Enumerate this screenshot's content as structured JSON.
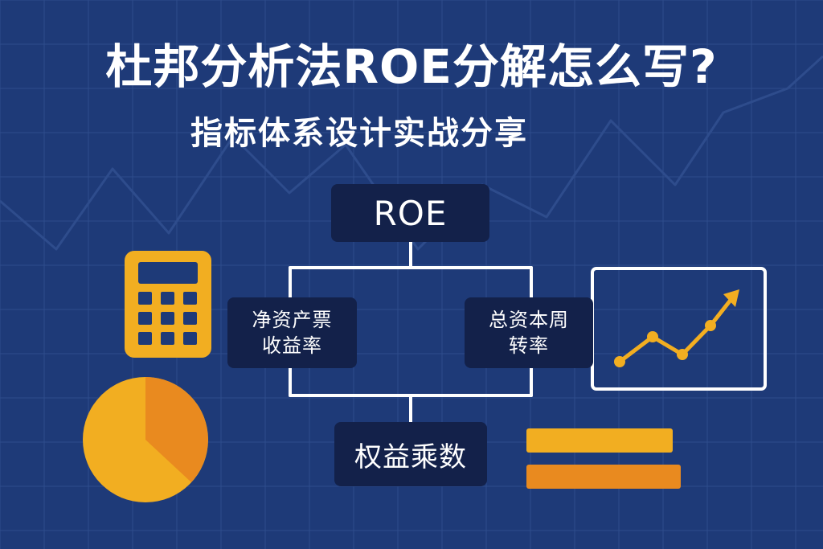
{
  "header": {
    "title": "杜邦分析法ROE分解怎么写?",
    "subtitle": "指标体系设计实战分享"
  },
  "diagram": {
    "root": {
      "label": "ROE"
    },
    "children": [
      {
        "key": "net",
        "label_line1": "净资产票",
        "label_line2": "收益率"
      },
      {
        "key": "turn",
        "label_line1": "总资本周",
        "label_line2": "转率"
      },
      {
        "key": "equity",
        "label": "权益乘数"
      }
    ]
  },
  "decorations": {
    "left_icons": [
      "calculator-icon",
      "pie-chart-icon"
    ],
    "right_icons": [
      "trend-chart-icon",
      "stacked-bars-icon"
    ]
  },
  "colors": {
    "background": "#1E3A78",
    "grid": "#2E4C8C",
    "node_fill": "#13214A",
    "connector": "#FFFFFF",
    "accent_yellow": "#F2AE21",
    "accent_orange": "#E98A1F",
    "text": "#FFFFFF"
  }
}
